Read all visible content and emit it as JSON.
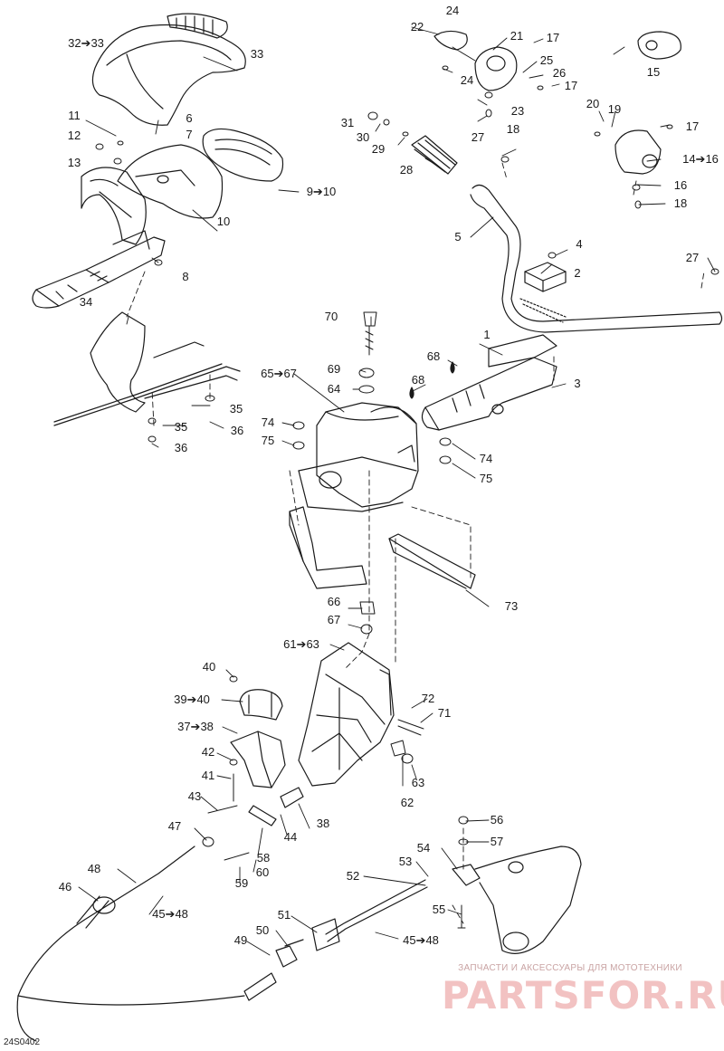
{
  "diagram": {
    "callouts": [
      "32➔33",
      "33",
      "11",
      "12",
      "13",
      "6",
      "7",
      "9➔10",
      "10",
      "8",
      "34",
      "35",
      "35",
      "36",
      "36",
      "22",
      "24",
      "21",
      "17",
      "25",
      "26",
      "17",
      "24",
      "23",
      "18",
      "31",
      "30",
      "29",
      "28",
      "15",
      "20",
      "19",
      "17",
      "14➔16",
      "16",
      "18",
      "27",
      "5",
      "4",
      "2",
      "27",
      "1",
      "3",
      "68",
      "68",
      "70",
      "69",
      "64",
      "65➔67",
      "74",
      "75",
      "74",
      "75",
      "66",
      "67",
      "73",
      "61➔63",
      "40",
      "39➔40",
      "37➔38",
      "42",
      "41",
      "43",
      "38",
      "44",
      "58",
      "72",
      "71",
      "62",
      "63",
      "47",
      "59",
      "60",
      "48",
      "46",
      "45➔48",
      "56",
      "57",
      "54",
      "53",
      "52",
      "55",
      "51",
      "50",
      "49",
      "45➔48"
    ],
    "figure_code": "24S0402"
  },
  "watermark": {
    "caption": "ЗАПЧАСТИ И АКСЕССУАРЫ ДЛЯ МОТОТЕХНИКИ",
    "logo": "PARTSFOR.RU"
  }
}
